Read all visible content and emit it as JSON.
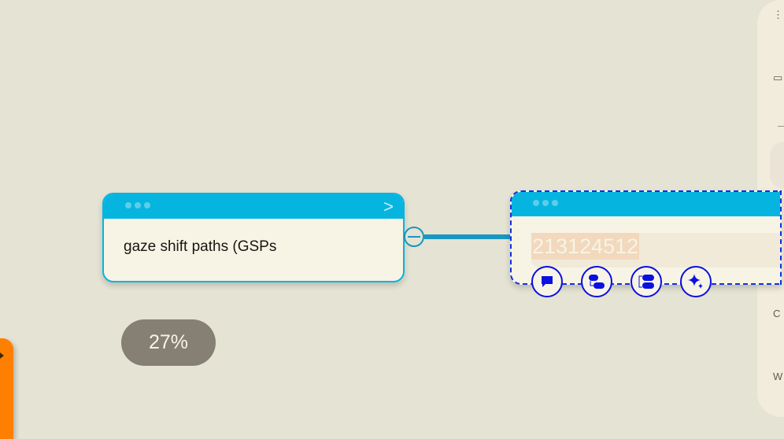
{
  "nodes": [
    {
      "text": "gaze shift paths (GSPs"
    },
    {
      "text": "213124512"
    }
  ],
  "progress_badge": {
    "label": "27%",
    "value": 27
  },
  "node_tools": [
    {
      "icon": "comment-icon"
    },
    {
      "icon": "child-node-icon"
    },
    {
      "icon": "sibling-node-icon"
    },
    {
      "icon": "ai-sparkle-icon"
    }
  ],
  "colors": {
    "accent": "#05b5e0",
    "selection": "#1030e0",
    "background": "#e5e3d3",
    "orange": "#ff8000"
  }
}
